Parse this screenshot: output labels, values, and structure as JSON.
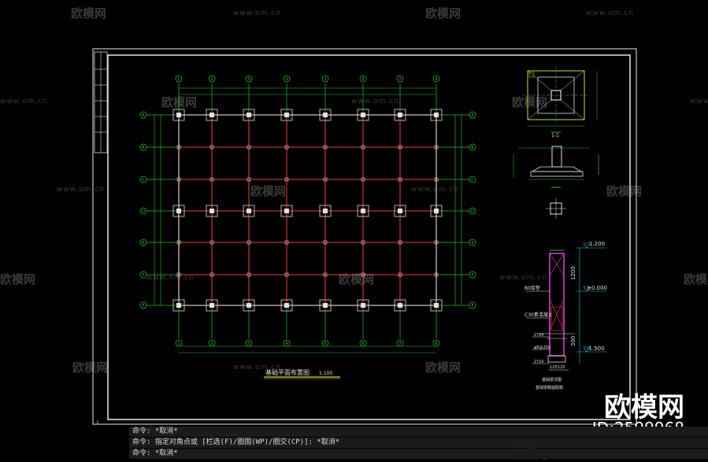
{
  "watermark": {
    "url": "www.om.cn",
    "logo": "欧模网"
  },
  "brand": {
    "logo": "欧模网",
    "id": "ID:2599968"
  },
  "drawing": {
    "plan_title": "基础平面布置图",
    "plan_scale": "1:100",
    "axis_labels_x": [
      "1",
      "2",
      "3",
      "4",
      "5",
      "6",
      "7",
      "8"
    ],
    "axis_labels_y": [
      "A",
      "B",
      "C",
      "D",
      "E",
      "F"
    ],
    "detail_section_label": "1-1",
    "elev_top": "1.200",
    "elev_zero": "±0.000",
    "elev_bottom": "-1.500",
    "dim_1200": "1200",
    "dim_300": "300",
    "note_purple": "B0厚垫",
    "note_c30": "C30素混凝土",
    "rebar_1": "2?14",
    "rebar_2": "φ8@200",
    "rebar_3": "2?14",
    "dim_125a": "125",
    "dim_125b": "125",
    "detail_caption_1": "基础梁详图",
    "detail_caption_2": "基础梁截面配筋",
    "sheet_number": "1"
  },
  "cmd": {
    "line1": "命令: *取消*",
    "line2": "命令: 指定对角点或 [栏选(F)/圈围(WP)/圈交(CP)]: *取消*",
    "line3": "命令: *取消*"
  },
  "colors": {
    "background": "#000000",
    "grid_green": "#27c227",
    "beam_red": "#c03030",
    "column_white": "#e0e0e0",
    "accent_magenta": "#e040e0",
    "accent_yellow": "#d8d820",
    "accent_cyan": "#30c0d0"
  }
}
